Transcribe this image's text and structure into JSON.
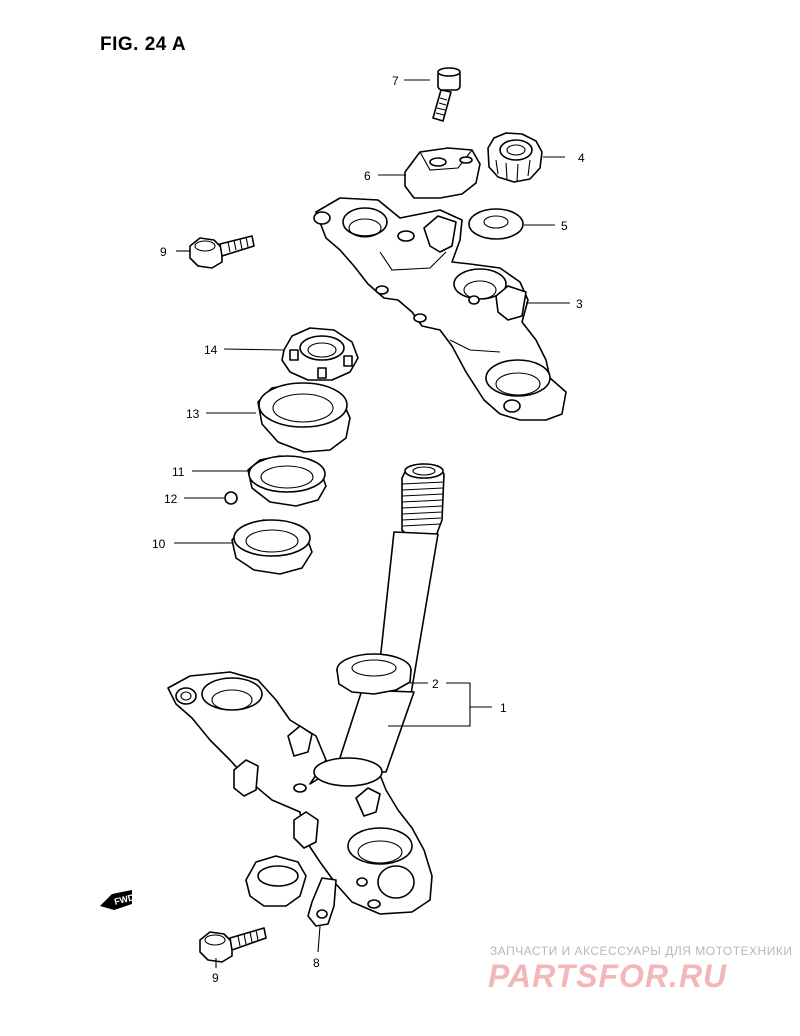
{
  "figure": {
    "title": "FIG. 24 A",
    "fwd_label": "FWD"
  },
  "callouts": {
    "c1": "1",
    "c2": "2",
    "c3": "3",
    "c4": "4",
    "c5": "5",
    "c6": "6",
    "c7": "7",
    "c8": "8",
    "c9a": "9",
    "c9b": "9",
    "c10": "10",
    "c11": "11",
    "c12": "12",
    "c13": "13",
    "c14": "14"
  },
  "watermark": {
    "caption": "ЗАПЧАСТИ И АКСЕССУАРЫ ДЛЯ МОТОТЕХНИКИ",
    "brand": "PARTSFOR.RU"
  }
}
